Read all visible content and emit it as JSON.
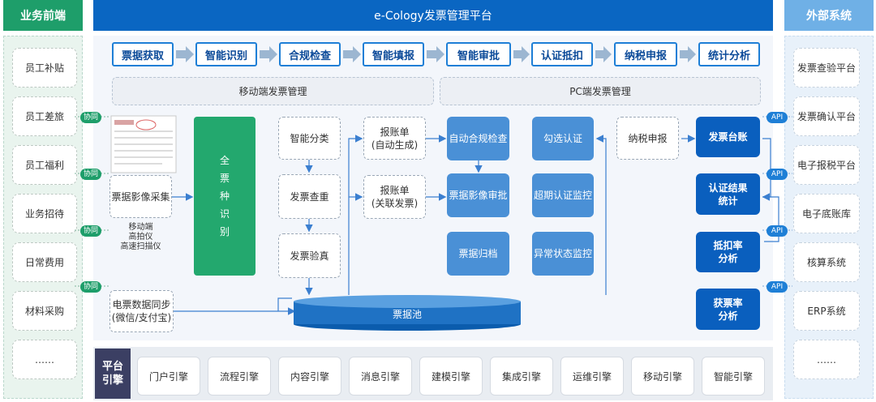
{
  "header": {
    "left_title": "业务前端",
    "center_title": "e-Cology发票管理平台",
    "right_title": "外部系统"
  },
  "left_items": [
    "员工补贴",
    "员工差旅",
    "员工福利",
    "业务招待",
    "日常费用",
    "材料采购",
    "……"
  ],
  "right_items": [
    "发票查验平台",
    "发票确认平台",
    "电子报税平台",
    "电子底账库",
    "核算系统",
    "ERP系统",
    "……"
  ],
  "workflow_steps": [
    "票据获取",
    "智能识别",
    "合规检查",
    "智能填报",
    "智能审批",
    "认证抵扣",
    "纳税申报",
    "统计分析"
  ],
  "sections": {
    "mobile": "移动端发票管理",
    "pc": "PC端发票管理"
  },
  "left_tags": [
    "协同",
    "协同",
    "协同",
    "协同"
  ],
  "right_tags": [
    "API",
    "API",
    "API",
    "API"
  ],
  "capture": {
    "image_collect": "票据影像采集",
    "devices": [
      "移动端",
      "高拍仪",
      "高速扫描仪"
    ],
    "sync_line1": "电票数据同步",
    "sync_line2": "(微信/支付宝)"
  },
  "recognition": [
    "全",
    "票",
    "种",
    "识",
    "别"
  ],
  "mobile_nodes": [
    "智能分类",
    "发票查重",
    "发票验真"
  ],
  "report_nodes": [
    {
      "line1": "报账单",
      "line2": "(自动生成)"
    },
    {
      "line1": "报账单",
      "line2": "(关联发票)"
    }
  ],
  "pc_nodes": {
    "col1": [
      "自动合规检查",
      "票据影像审批",
      "票据归档"
    ],
    "col2": [
      "勾选认证",
      "超期认证监控",
      "异常状态监控"
    ],
    "tax": "纳税申报"
  },
  "analysis_nodes": [
    {
      "line1": "发票台账",
      "line2": ""
    },
    {
      "line1": "认证结果",
      "line2": "统计"
    },
    {
      "line1": "抵扣率",
      "line2": "分析"
    },
    {
      "line1": "获票率",
      "line2": "分析"
    }
  ],
  "pool_label": "票据池",
  "engine": {
    "label_line1": "平台",
    "label_line2": "引擎",
    "items": [
      "门户引擎",
      "流程引擎",
      "内容引擎",
      "消息引擎",
      "建模引擎",
      "集成引擎",
      "运维引擎",
      "移动引擎",
      "智能引擎"
    ]
  },
  "colors": {
    "green": "#1e9e6a",
    "blue": "#0a66c2",
    "light_blue": "#6fb0e6",
    "node_blue": "#4a90d6",
    "node_dark": "#0a5fbe"
  }
}
